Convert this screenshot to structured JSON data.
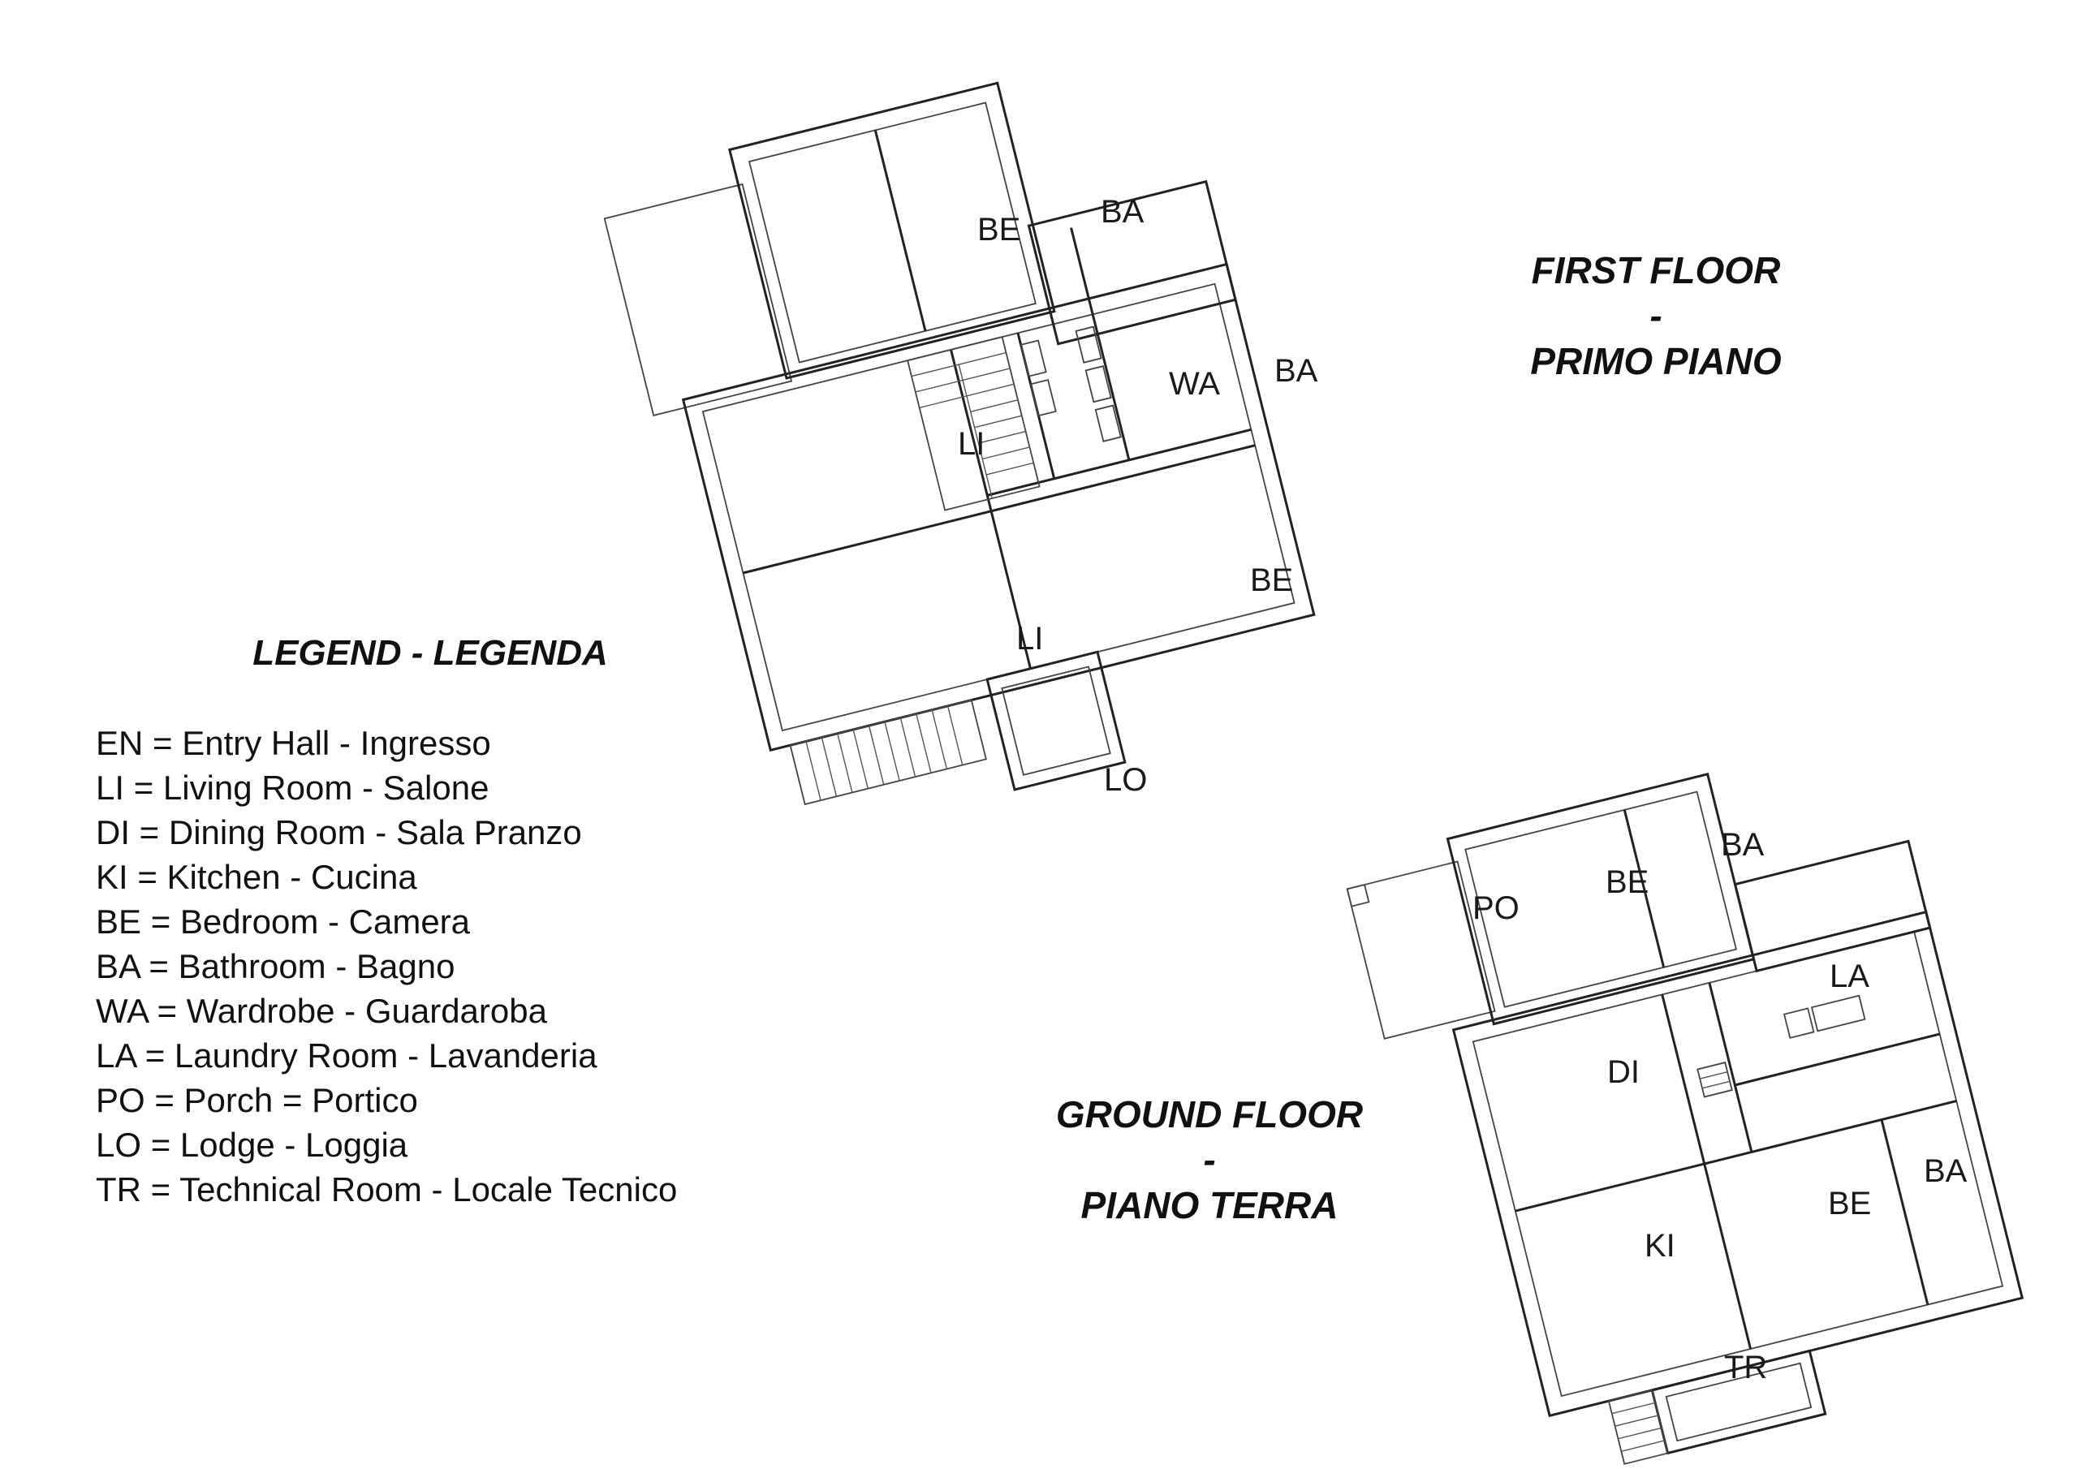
{
  "first_floor": {
    "title_line1": "FIRST FLOOR",
    "title_sep": "-",
    "title_line2": "PRIMO PIANO",
    "rooms": [
      "BE",
      "BA",
      "WA",
      "BA",
      "LI",
      "LI",
      "BE",
      "LO"
    ]
  },
  "ground_floor": {
    "title_line1": "GROUND FLOOR",
    "title_sep": "-",
    "title_line2": "PIANO TERRA",
    "rooms": [
      "PO",
      "BE",
      "BA",
      "LA",
      "DI",
      "BA",
      "BE",
      "KI",
      "TR"
    ]
  },
  "legend": {
    "title": "LEGEND - LEGENDA",
    "items": [
      "EN = Entry Hall - Ingresso",
      "LI = Living Room - Salone",
      "DI = Dining Room - Sala Pranzo",
      "KI = Kitchen - Cucina",
      "BE = Bedroom - Camera",
      "BA = Bathroom - Bagno",
      "WA = Wardrobe - Guardaroba",
      "LA = Laundry Room - Lavanderia",
      "PO = Porch = Portico",
      "LO = Lodge - Loggia",
      "TR = Technical Room - Locale Tecnico"
    ]
  }
}
